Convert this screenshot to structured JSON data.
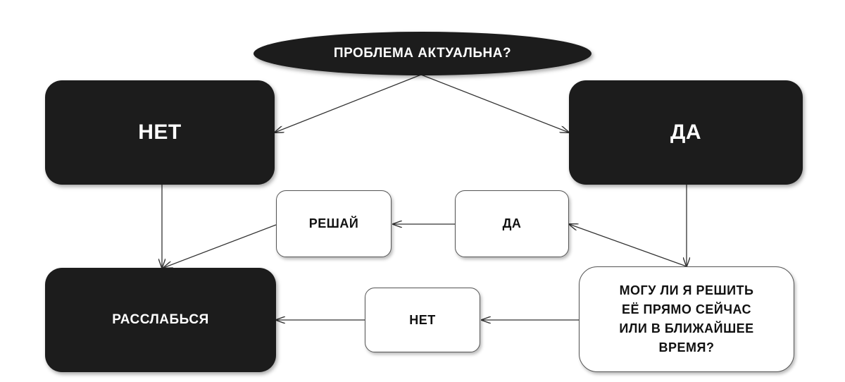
{
  "diagram": {
    "question": "ПРОБЛЕМА АКТУАЛЬНА?",
    "no_top": "НЕТ",
    "yes_top": "ДА",
    "solve": "РЕШАЙ",
    "yes_mid": "ДА",
    "relax": "РАССЛАБЬСЯ",
    "no_mid": "НЕТ",
    "can_solve": [
      "МОГУ ЛИ Я РЕШИТЬ",
      "ЕЁ ПРЯМО СЕЙЧАС",
      "ИЛИ В БЛИЖАЙШЕЕ",
      "ВРЕМЯ?"
    ]
  }
}
